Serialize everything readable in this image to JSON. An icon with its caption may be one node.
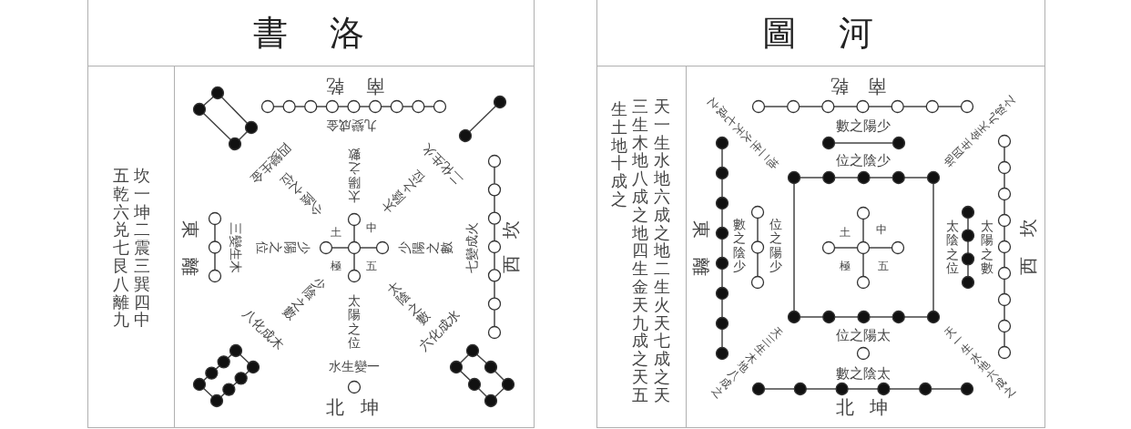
{
  "diagram": {
    "labels": [
      "書 洛",
      "圖 河",
      "五乾六兑七艮八離九",
      "坎一坤二震三巽四中",
      "乾",
      "南",
      "九變成金",
      "四變生金",
      "太陽之數",
      "二化生火",
      "少陰之位",
      "太陰之位",
      "東",
      "離",
      "三變生木",
      "少陽之位",
      "土",
      "極",
      "中",
      "五",
      "少陽之數",
      "七變成火",
      "坎",
      "西",
      "八化成木",
      "少陰之數",
      "太陽之位",
      "太陰之數",
      "六化成水",
      "水生變一",
      "北",
      "坤",
      "生土地十成之",
      "三生木地八成之地四生金天九成之天五",
      "天一生水地六成之地二生火天七成之天",
      "乾",
      "南",
      "地二生火天七成之",
      "數之陽少",
      "地四生金天九成之",
      "位之陰少",
      "東",
      "離",
      "數之陰少",
      "位之陽少",
      "土",
      "極",
      "中",
      "五",
      "太陰之位",
      "太陽之數",
      "坎",
      "西",
      "天三生木地八成之",
      "位之陽太",
      "數之陰太",
      "天一生水地六成之",
      "北",
      "坤"
    ]
  }
}
